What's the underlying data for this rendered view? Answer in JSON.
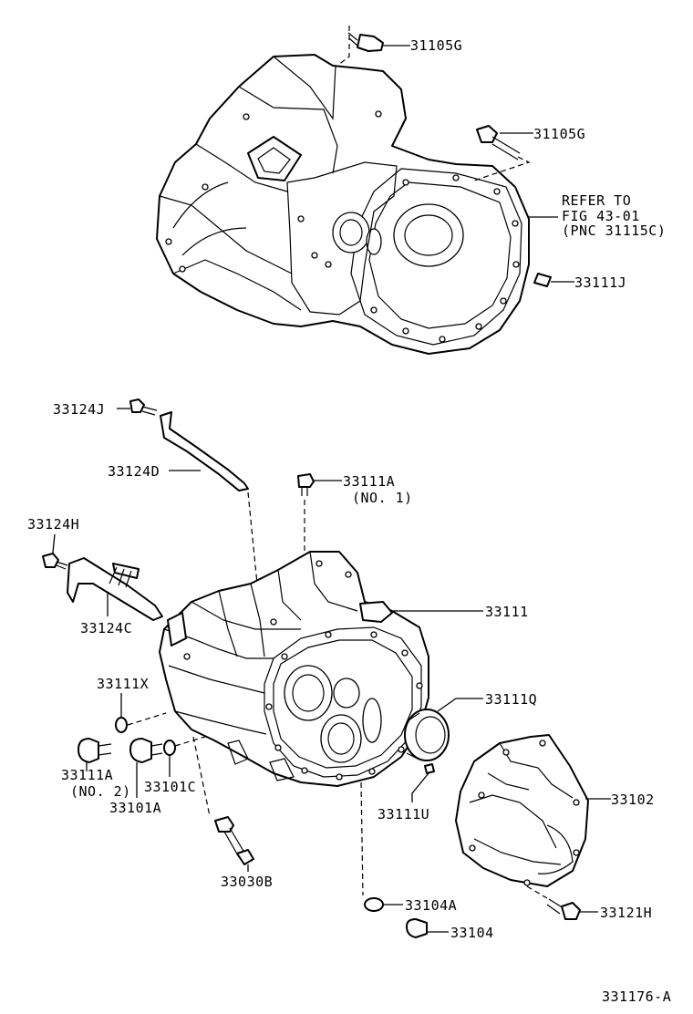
{
  "labels": {
    "l31105g_top": "31105G",
    "l31105g_mid": "31105G",
    "refer1": "REFER TO",
    "refer2": "FIG 43-01",
    "refer3": "(PNC 31115C)",
    "l33111j": "33111J",
    "l33124j": "33124J",
    "l33124d": "33124D",
    "l33111a_1": "33111A",
    "l33111a_1b": "(NO. 1)",
    "l33124h": "33124H",
    "l33124c": "33124C",
    "l33111": "33111",
    "l33111x": "33111X",
    "l33111q": "33111Q",
    "l33111a_2": "33111A",
    "l33111a_2b": "(NO. 2)",
    "l33101c": "33101C",
    "l33101a": "33101A",
    "l33111u": "33111U",
    "l33102": "33102",
    "l33030b": "33030B",
    "l33104a": "33104A",
    "l33121h": "33121H",
    "l33104": "33104",
    "figure_code": "331176-A"
  },
  "colors": {
    "ink": "#000000",
    "paper": "#ffffff"
  }
}
